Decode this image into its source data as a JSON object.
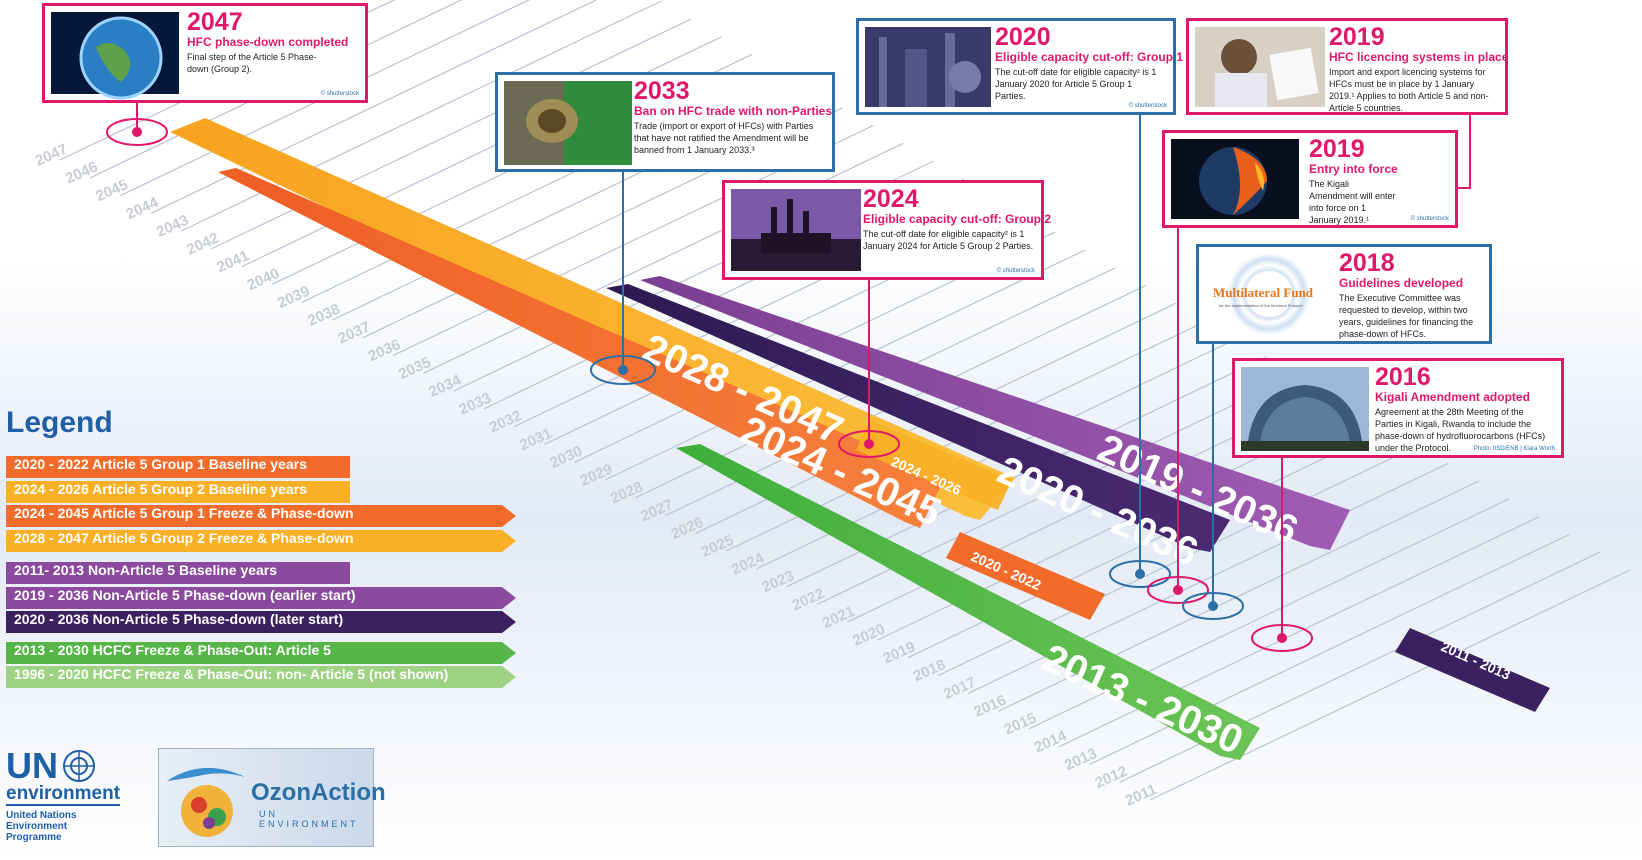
{
  "colors": {
    "pink": "#e0186c",
    "blue": "#2c6fa6",
    "darkblue": "#1f5fa6",
    "orange": "#f26b2a",
    "yellow": "#f9b026",
    "purple": "#8b4a9e",
    "darkpurple": "#3b2160",
    "green": "#55b647",
    "lightgreen": "#9ed283"
  },
  "timeline": {
    "years": [
      "2047",
      "2046",
      "2045",
      "2044",
      "2043",
      "2042",
      "2041",
      "2040",
      "2039",
      "2038",
      "2037",
      "2036",
      "2035",
      "2034",
      "2033",
      "2032",
      "2031",
      "2030",
      "2029",
      "2028",
      "2027",
      "2026",
      "2025",
      "2024",
      "2023",
      "2022",
      "2021",
      "2020",
      "2019",
      "2018",
      "2017",
      "2016",
      "2015",
      "2014",
      "2013",
      "2012",
      "2011"
    ],
    "bands": [
      {
        "label": "2028 - 2047",
        "color": "#f9b026"
      },
      {
        "label": "2024 - 2045",
        "color": "#f26b2a"
      },
      {
        "label": "2024 - 2026",
        "color": "#f9b026"
      },
      {
        "label": "2020 - 2022",
        "color": "#f26b2a"
      },
      {
        "label": "2019 - 2036",
        "color": "#8b4a9e"
      },
      {
        "label": "2020 - 2036",
        "color": "#3b2160"
      },
      {
        "label": "2013 - 2030",
        "color": "#55b647"
      },
      {
        "label": "2011 - 2013",
        "color": "#3b2160"
      }
    ]
  },
  "events": [
    {
      "year": "2047",
      "title": "HFC phase-down completed",
      "desc": "Final step of the Article 5 Phase-down (Group 2).",
      "credit": "© shutterstock",
      "photo": "earth-photo"
    },
    {
      "year": "2033",
      "title": "Ban on HFC trade with non-Parties",
      "desc": "Trade (import or export of HFCs) with Parties that have not ratified the Amendment will be banned from 1 January 2033.³",
      "credit": "",
      "photo": "valve-photo"
    },
    {
      "year": "2024",
      "title": "Eligible capacity cut-off: Group 2",
      "desc": "The cut-off date for eligible capacity² is 1 January 2024 for Article 5 Group 2 Parties.",
      "credit": "© shutterstock",
      "photo": "factory-photo"
    },
    {
      "year": "2020",
      "title": "Eligible capacity cut-off: Group 1",
      "desc": "The cut-off date for eligible capacity² is 1 January 2020 for Article 5 Group 1 Parties.",
      "credit": "© shutterstock",
      "photo": "refinery-photo"
    },
    {
      "year": "2019",
      "title": "HFC licencing systems in place",
      "desc": "Import and export licencing systems for HFCs must be in place by 1 January 2019.¹ Applies to both Article 5 and non-Article 5 countries.",
      "credit": "",
      "photo": "official-photo"
    },
    {
      "year": "2019",
      "title": "Entry into force",
      "desc": "The Kigali Amendment will enter into force on 1 January 2019.¹",
      "credit": "© shutterstock",
      "photo": "burning-earth-photo"
    },
    {
      "year": "2018",
      "title": "Guidelines developed",
      "desc": "The Executive Committee was requested to develop, within two years, guidelines for financing the phase-down of HFCs.",
      "credit": "",
      "photo": "multilateral-fund-logo",
      "logo_text": "Multilateral Fund",
      "logo_sub": "for the Implementation of the Montreal Protocol"
    },
    {
      "year": "2016",
      "title": "Kigali Amendment adopted",
      "desc": "Agreement at the 28th Meeting of the Parties in Kigali, Rwanda to include the phase-down of hydrofluorocarbons (HFCs) under the Protocol.",
      "credit": "Photo: IISD/ENB | Kiara Worth",
      "photo": "building-photo"
    }
  ],
  "legend": {
    "title": "Legend",
    "items": [
      {
        "label": "2020 - 2022 Article 5 Group 1 Baseline years",
        "color": "#f26b2a"
      },
      {
        "label": "2024 - 2026 Article 5 Group 2 Baseline years",
        "color": "#f9b026"
      },
      {
        "label": "2024 - 2045 Article 5 Group 1 Freeze & Phase-down",
        "color": "#f26b2a"
      },
      {
        "label": "2028 - 2047 Article 5 Group 2 Freeze & Phase-down",
        "color": "#f9b026"
      },
      {
        "label": "2011- 2013 Non-Article 5 Baseline years",
        "color": "#8b4a9e"
      },
      {
        "label": "2019 - 2036 Non-Article 5 Phase-down (earlier start)",
        "color": "#8b4a9e"
      },
      {
        "label": "2020 - 2036 Non-Article 5 Phase-down (later start)",
        "color": "#3b2160"
      },
      {
        "label": "2013 - 2030 HCFC Freeze & Phase-Out: Article 5",
        "color": "#55b647"
      },
      {
        "label": "1996 - 2020 HCFC Freeze & Phase-Out: non- Article 5 (not shown)",
        "color": "#9ed283"
      }
    ]
  },
  "logos": {
    "un_line1": "UN",
    "un_line2": "environment",
    "un_line3": "United Nations Environment Programme",
    "ozon_line1": "OzonAction",
    "ozon_line2": "UN ENVIRONMENT"
  }
}
